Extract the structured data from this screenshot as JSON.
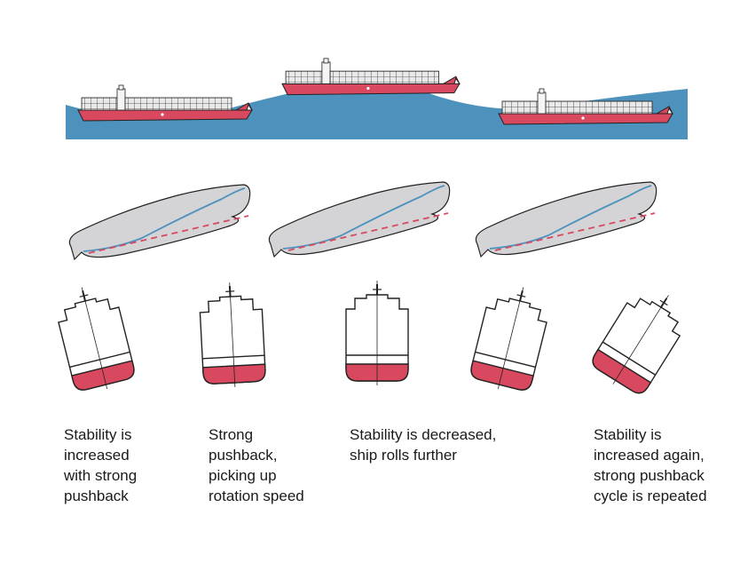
{
  "colors": {
    "sea": "#4d92bd",
    "hull": "#d8485e",
    "hull_shadow": "#b93448",
    "deck": "#f3f3f3",
    "outline": "#222222",
    "hull_plan_fill": "#d4d4d6",
    "waterline_solid": "#4d92bd",
    "waterline_dashed": "#d8485e"
  },
  "icons": {
    "ship_side": "container-ship-icon",
    "ship_plan": "hull-waterline-icon",
    "ship_section": "ship-cross-section-icon"
  },
  "sections": [
    {
      "caption": "Stability is\nincreased\nwith strong\npushback",
      "tilt_deg": -14
    },
    {
      "caption": "Strong\npushback,\npicking up\nrotation speed",
      "tilt_deg": -3
    },
    {
      "caption": "Stability is decreased,\nship rolls further",
      "tilt_deg": 0
    },
    {
      "caption": "",
      "tilt_deg": 14
    },
    {
      "caption": "Stability is\nincreased again,\nstrong pushback\ncycle is repeated",
      "tilt_deg": 32
    }
  ]
}
